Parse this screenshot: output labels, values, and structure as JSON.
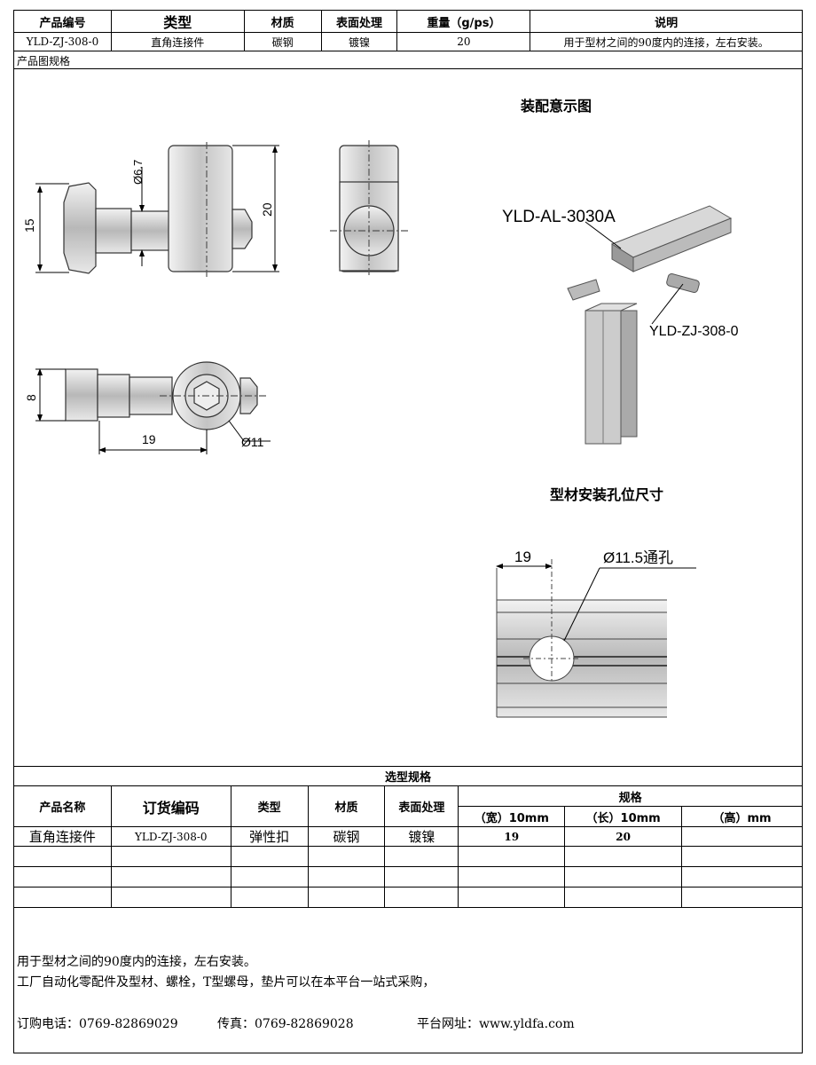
{
  "top_table": {
    "headers": [
      "产品编号",
      "类型",
      "材质",
      "表面处理",
      "重量（g/ps）",
      "说明"
    ],
    "values": [
      "YLD-ZJ-308-0",
      "直角连接件",
      "碳钢",
      "镀镍",
      "20",
      "用于型材之间的90度内的连接，左右安装。"
    ]
  },
  "section_label": "产品图规格",
  "drawings": {
    "assembly_title": "装配意示图",
    "hole_title": "型材安装孔位尺寸",
    "dims": {
      "d_bolt": "Ø6.7",
      "height_15": "15",
      "height_20": "20",
      "height_8": "8",
      "len_19": "19",
      "d_11": "Ø11",
      "hole_19": "19",
      "hole_d": "Ø11.5通孔"
    },
    "callouts": {
      "profile": "YLD-AL-3030A",
      "part": "YLD-ZJ-308-0"
    }
  },
  "spec_table": {
    "title": "选型规格",
    "headers": [
      "产品名称",
      "订货编码",
      "类型",
      "材质",
      "表面处理",
      "规格"
    ],
    "spec_sub": [
      "（宽）10mm",
      "（长）10mm",
      "（高）mm"
    ],
    "rows": [
      [
        "直角连接件",
        "YLD-ZJ-308-0",
        "弹性扣",
        "碳钢",
        "镀镍",
        "19",
        "20",
        ""
      ],
      [
        "",
        "",
        "",
        "",
        "",
        "",
        "",
        ""
      ],
      [
        "",
        "",
        "",
        "",
        "",
        "",
        "",
        ""
      ],
      [
        "",
        "",
        "",
        "",
        "",
        "",
        "",
        ""
      ]
    ]
  },
  "notes": {
    "line1": "用于型材之间的90度内的连接，左右安装。",
    "line2": "工厂自动化零配件及型材、螺栓，T型螺母，垫片可以在本平台一站式采购，",
    "phone": "订购电话：0769-82869029",
    "fax": "传真：0769-82869028",
    "site": "平台网址：www.yldfa.com"
  }
}
